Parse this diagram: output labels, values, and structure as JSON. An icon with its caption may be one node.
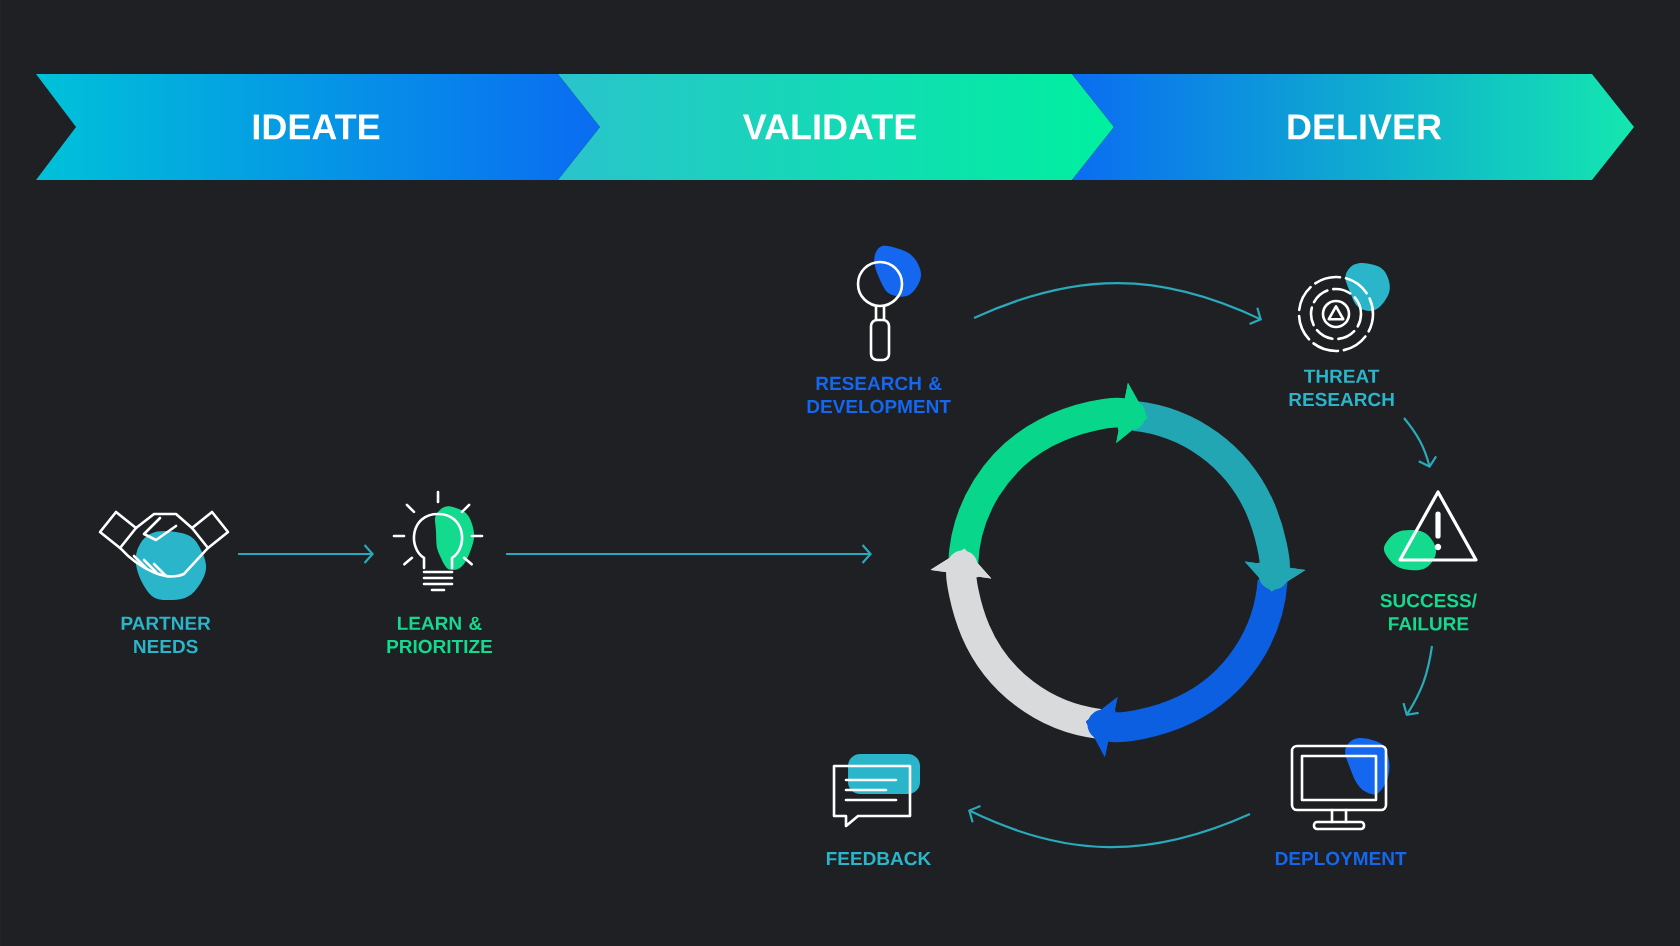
{
  "diagram": {
    "nodes": [
      {
        "text": [
          "IDEATE"
        ]
      },
      {
        "text": [
          "VALIDATE"
        ]
      },
      {
        "text": [
          "DELIVER"
        ]
      },
      {
        "text": [
          "PARTNER NEEDS"
        ]
      },
      {
        "text": [
          "LEARN & PRIORITIZE"
        ]
      },
      {
        "text": [],
        "shape": "circle"
      },
      {
        "text": [
          "RESEARCH & DEVELOPMENT"
        ]
      },
      {
        "text": [
          "THREAT RESEARCH"
        ]
      },
      {
        "text": [
          "SUCCESS/ FAILURE"
        ]
      },
      {
        "text": [
          "DEPLOYMENT"
        ]
      },
      {
        "text": [
          "FEEDBACK"
        ]
      }
    ],
    "edges": [
      {
        "from": 3,
        "to": 4,
        "arrow": "to"
      },
      {
        "from": 4,
        "to": 5,
        "arrow": "to"
      },
      {
        "from": 6,
        "to": 7,
        "arrow": "to"
      },
      {
        "from": 7,
        "to": 8,
        "arrow": "to"
      },
      {
        "from": 8,
        "to": 9,
        "arrow": "to"
      },
      {
        "from": 9,
        "to": 10,
        "arrow": "to"
      }
    ]
  }
}
